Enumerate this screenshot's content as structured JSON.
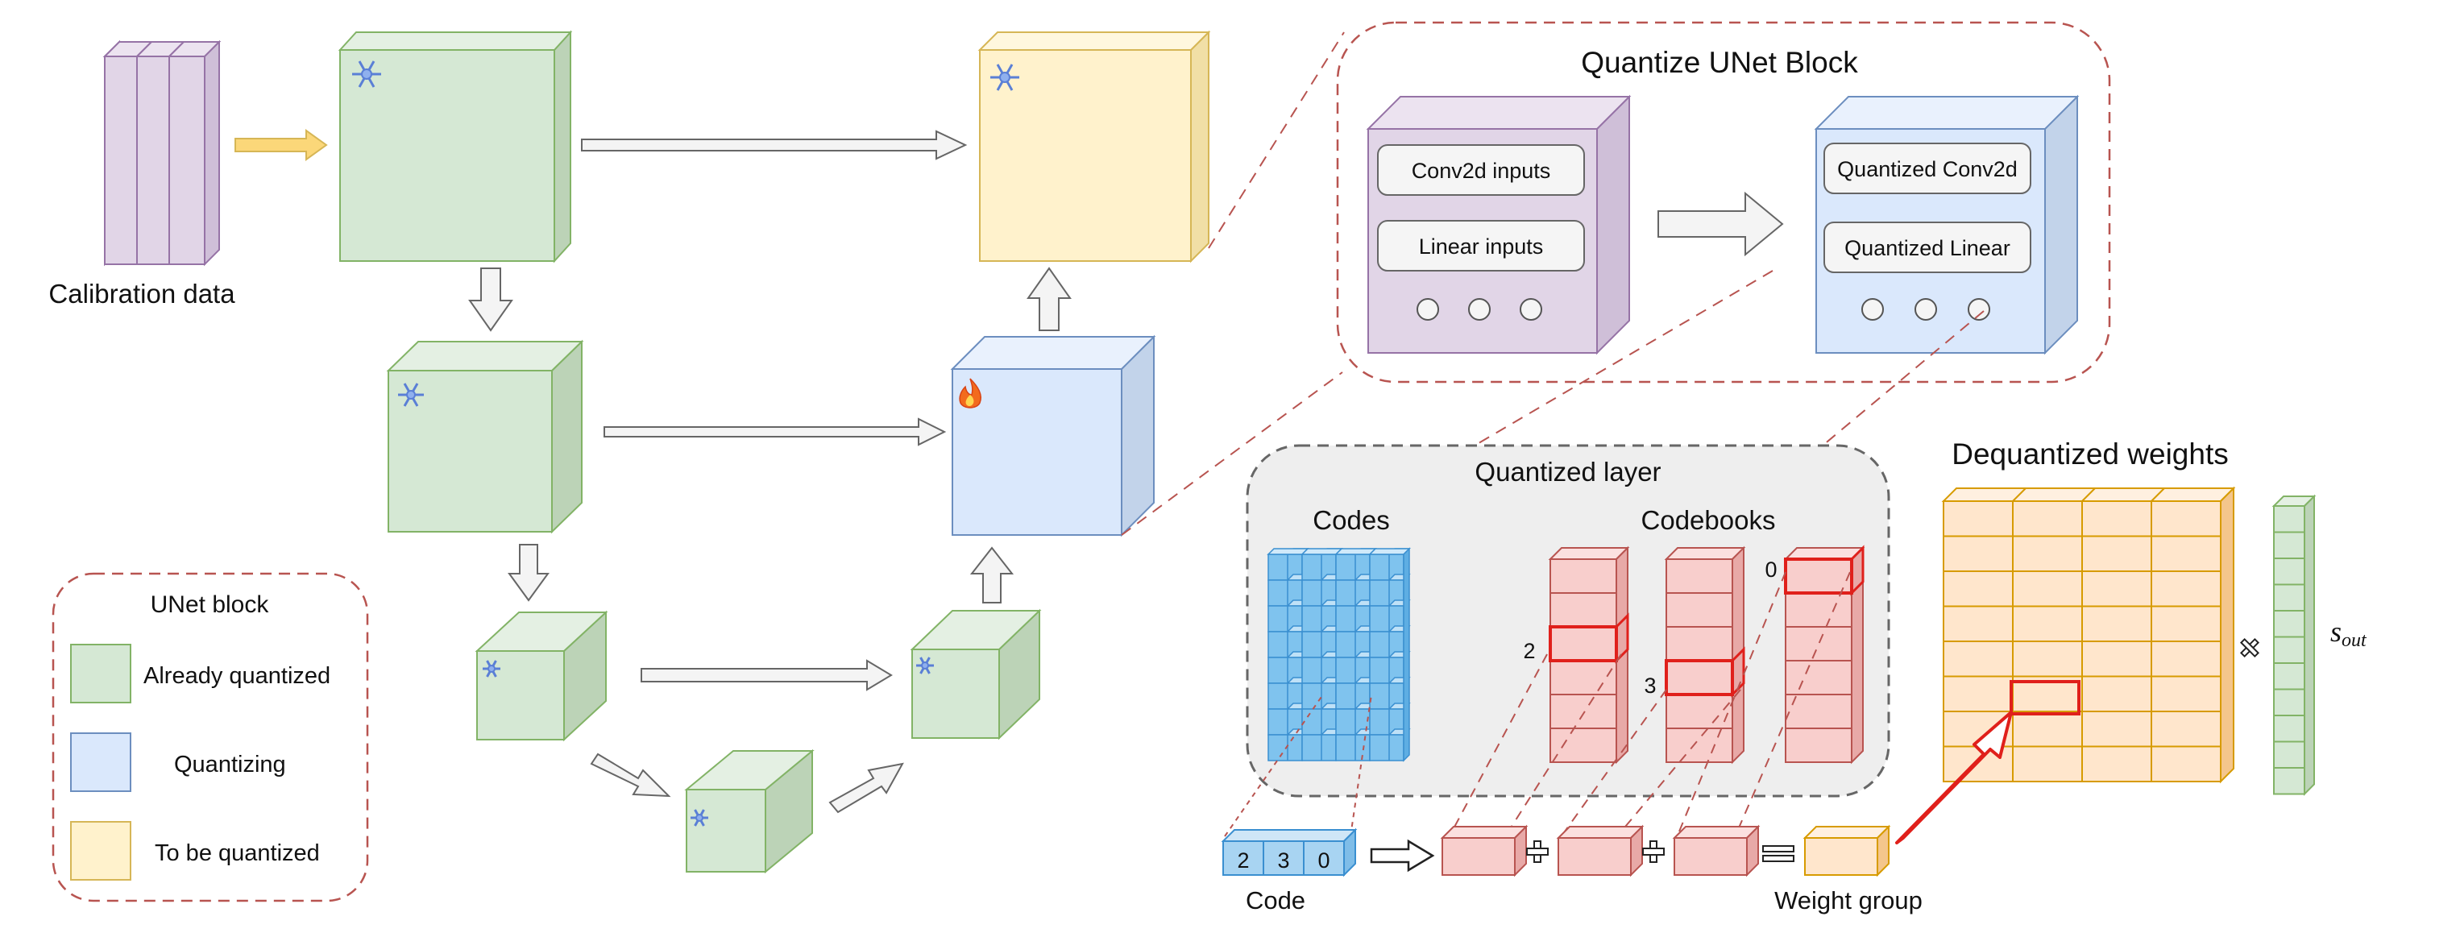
{
  "calibration_label": "Calibration data",
  "quantize_block": {
    "title": "Quantize UNet Block",
    "inputs_box": [
      "Conv2d inputs",
      "Linear inputs"
    ],
    "outputs_box": [
      "Quantized Conv2d",
      "Quantized Linear"
    ]
  },
  "quantized_layer": {
    "title": "Quantized layer",
    "codes_label": "Codes",
    "codebooks_label": "Codebooks",
    "codebook_markers": [
      "2",
      "3",
      "0"
    ]
  },
  "dequantized_label": "Dequantized weights",
  "scale_label": "s",
  "scale_subscript": "out",
  "code_values": [
    "2",
    "3",
    "0"
  ],
  "code_label": "Code",
  "weight_group_label": "Weight group",
  "legend": {
    "title": "UNet block",
    "items": [
      "Already quantized",
      "Quantizing",
      "To be quantized"
    ]
  },
  "icons": {
    "snowflake": "snowflake-icon",
    "fire": "fire-icon"
  },
  "colors": {
    "green": "#d5e8d4",
    "green_border": "#82b366",
    "blue": "#dae8fc",
    "blue_border": "#6c8ebf",
    "yellow": "#fff2cc",
    "yellow_border": "#d6b656",
    "purple": "#e1d5e7",
    "purple_border": "#9673a6",
    "red": "#f8cecc",
    "red_border": "#b85450",
    "orange": "#ffe6cc",
    "orange_border": "#d79b00",
    "dash_red": "#b85450"
  }
}
